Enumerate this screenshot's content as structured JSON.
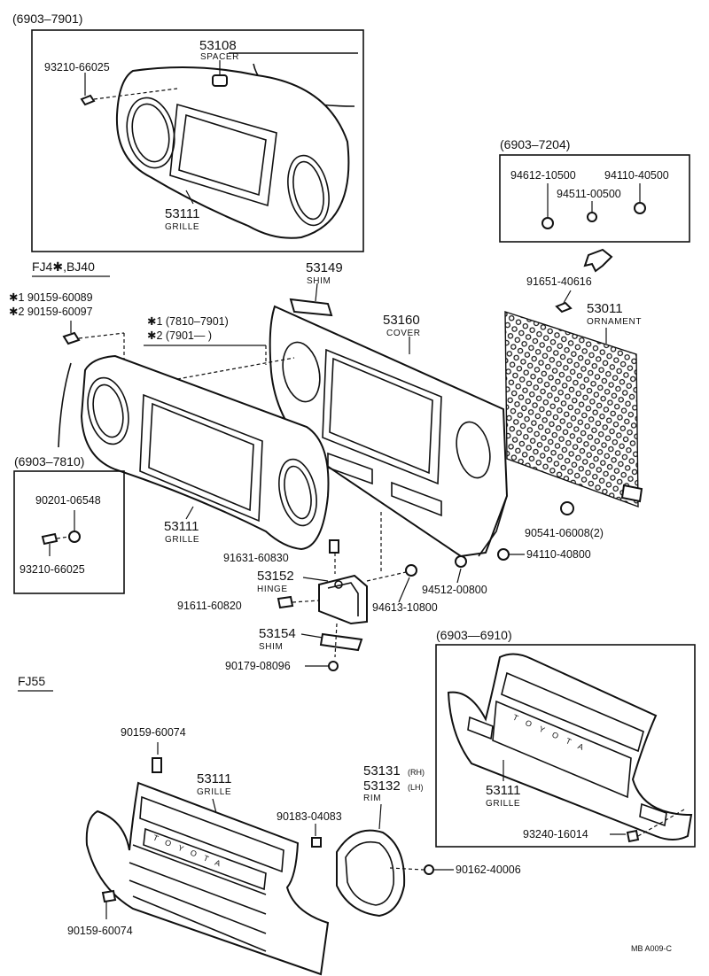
{
  "inset_top": {
    "code": "(6903–7901)",
    "spacer_num": "53108",
    "spacer_name": "SPACER",
    "screw": "93210-66025",
    "grille_num": "53111",
    "grille_name": "GRILLE"
  },
  "inset_right": {
    "code": "(6903–7204)",
    "part_a": "94612-10500",
    "part_b": "94110-40500",
    "part_c": "94511-00500"
  },
  "main": {
    "model": "FJ4✱,BJ40",
    "note1": "✱1 90159-60089",
    "note2": "✱2 90159-60097",
    "range1": "✱1 (7810–7901)",
    "range2": "✱2 (7901—     )",
    "shim_top_num": "53149",
    "shim_top_name": "SHIM",
    "cover_num": "53160",
    "cover_name": "COVER",
    "clip": "91651-40616",
    "ornament_num": "53011",
    "ornament_name": "ORNAMENT",
    "grille_num": "53111",
    "grille_name": "GRILLE",
    "bolt_a": "91631-60830",
    "hinge_num": "53152",
    "hinge_name": "HINGE",
    "bolt_b": "91611-60820",
    "washer_a": "94613-10800",
    "washer_b": "94512-00800",
    "nut_a": "90541-06008(2)",
    "nut_b": "94110-40800",
    "shim_num": "53154",
    "shim_name": "SHIM",
    "nut_c": "90179-08096"
  },
  "inset_left": {
    "code": "(6903–7810)",
    "nut": "90201-06548",
    "screw": "93210-66025"
  },
  "fj55": {
    "model": "FJ55",
    "screw_top": "90159-60074",
    "grille_num": "53111",
    "grille_name": "GRILLE",
    "screw_bottom": "90159-60074",
    "clip": "90183-04083",
    "rim_rh": "53131",
    "rim_rh_tag": "(RH)",
    "rim_lh": "53132",
    "rim_lh_tag": "(LH)",
    "rim_name": "RIM",
    "screw_rim": "90162-40006",
    "logo": "TOYOTA"
  },
  "inset_br": {
    "code": "(6903—6910)",
    "grille_num": "53111",
    "grille_name": "GRILLE",
    "screw": "93240-16014",
    "logo": "TOYOTA"
  },
  "footer": {
    "code": "MB  A009-C"
  }
}
